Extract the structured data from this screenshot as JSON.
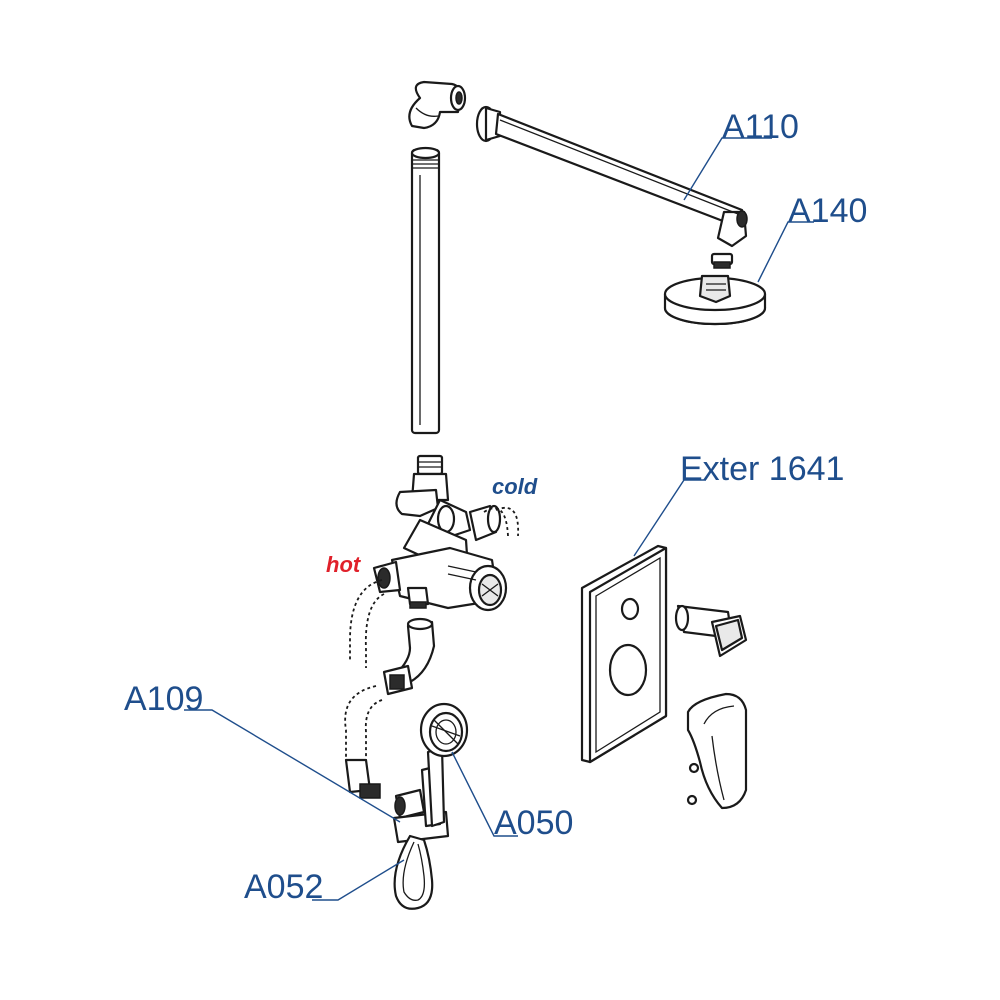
{
  "colors": {
    "label": "#1f4e8c",
    "hot": "#e0202a",
    "cold": "#1f4e8c",
    "leader": "#1f4e8c",
    "outline": "#1a1a1a"
  },
  "labels": {
    "a110": "A110",
    "a140": "A140",
    "exter": "Exter 1641",
    "a109": "A109",
    "a050": "A050",
    "a052": "A052"
  },
  "tags": {
    "cold": "cold",
    "hot": "hot"
  }
}
